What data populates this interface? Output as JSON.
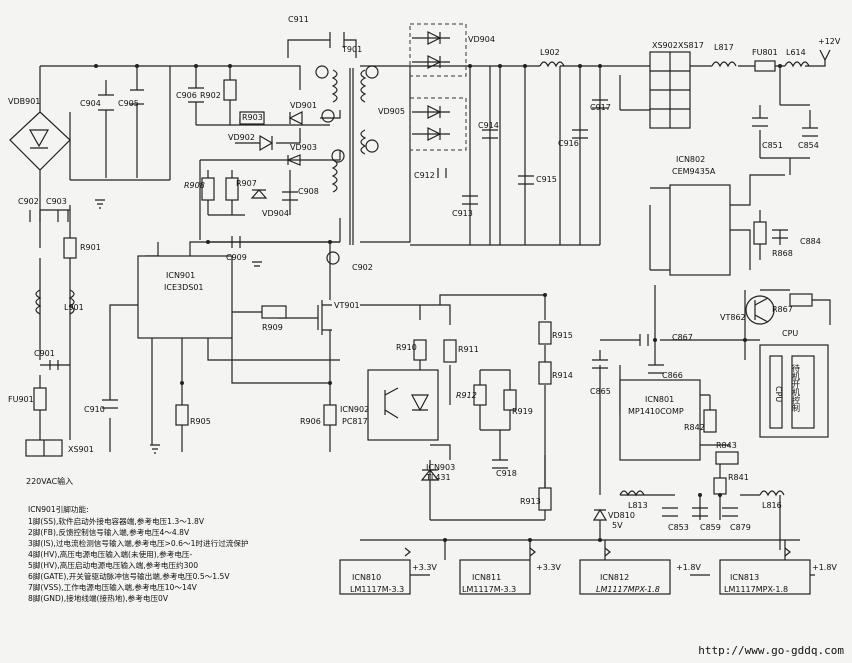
{
  "labels": {
    "c911": "C911",
    "t901": "T901",
    "vd904a": "VD904",
    "l902": "L902",
    "xs902": "XS902",
    "xs817": "XS817",
    "l817": "L817",
    "fu801": "FU801",
    "l614": "L614",
    "v12": "+12V",
    "vdb901": "VDB901",
    "c904": "C904",
    "c905": "C905",
    "c906": "C906",
    "r902": "R902",
    "r903": "R903",
    "vd901": "VD901",
    "vd902": "VD902",
    "vd903": "VD903",
    "vd905": "VD905",
    "c914": "C914",
    "c916": "C916",
    "c917": "C917",
    "c912": "C912",
    "c915": "C915",
    "c913": "C913",
    "c851": "C851",
    "c854": "C854",
    "c902a": "C902",
    "c903": "C903",
    "r908": "R908",
    "r907": "R907",
    "c908": "C908",
    "vd904b": "VD904",
    "c909": "C909",
    "c902b": "C902",
    "r901": "R901",
    "icn901": "ICN901",
    "ice3ds01": "ICE3DS01",
    "l901": "L901",
    "c901": "C901",
    "fu901": "FU901",
    "xs901": "XS901",
    "ac_input": "220VAC输入",
    "r909": "R909",
    "vt901": "VT901",
    "c910": "C910",
    "r905": "R905",
    "r906": "R906",
    "icn902": "ICN902",
    "pc817": "PC817",
    "r910": "R910",
    "r911": "R911",
    "r912": "R912",
    "r919": "R919",
    "r915": "R915",
    "r914": "R914",
    "c918": "C918",
    "icn903": "ICN903",
    "tl431": "TL431",
    "r913": "R913",
    "icn802": "ICN802",
    "cem9435a": "CEM9435A",
    "r868": "R868",
    "c884": "C884",
    "vt862": "VT862",
    "r867": "R867",
    "cpu_label": "CPU",
    "cpu_inner": "CPU",
    "standby": "待机开机控制",
    "c867": "C867",
    "c865": "C865",
    "c866": "C866",
    "icn801": "ICN801",
    "mp1410": "MP1410COMP",
    "r842": "R842",
    "r843": "R843",
    "r841": "R841",
    "l813": "L813",
    "l816": "L816",
    "c853": "C853",
    "c859": "C859",
    "c879": "C879",
    "vd810": "VD810",
    "vd810v": "5V",
    "icn810": "ICN810",
    "lm810": "LM1117M-3.3",
    "v810": "+3.3V",
    "icn811": "ICN811",
    "lm811": "LM1117M-3.3",
    "v811": "+3.3V",
    "icn812": "ICN812",
    "lm812": "LM1117MPX-1.8",
    "v812": "+1.8V",
    "icn813": "ICN813",
    "lm813": "LM1117MPX-1.8",
    "v813": "+1.8V"
  },
  "notes": {
    "title": "ICN901引脚功能:",
    "lines": [
      "1脚(SS),软件启动外接电容器端,参考电压1.3～1.8V",
      "2脚(FB),反馈控制信号输入端,参考电压4～4.8V",
      "3脚(IS),过电流检测信号输入端,参考电压>0.6～1时进行过流保护",
      "4脚(HV),高压电源电压输入端(未使用),参考电压-",
      "5脚(HV),高压启动电源电压输入端,参考电压约300",
      "6脚(GATE),开关管驱动脉冲信号输出端,参考电压0.5～1.5V",
      "7脚(VSS),工作电源电压输入端,参考电压10～14V",
      "8脚(GND),接地线端(接热地),参考电压0V"
    ]
  },
  "website": "http://www.go-gddq.com"
}
